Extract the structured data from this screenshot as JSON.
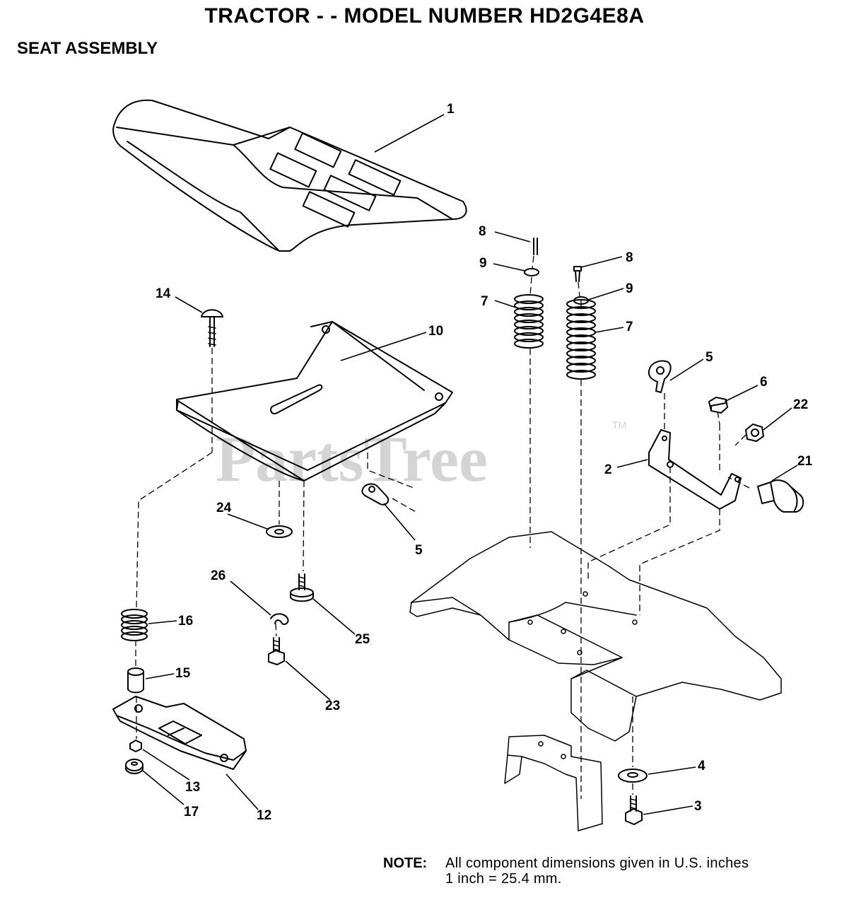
{
  "header": {
    "title": "TRACTOR - - MODEL NUMBER HD2G4E8A",
    "subtitle": "SEAT ASSEMBLY"
  },
  "watermark": {
    "text": "PartsTree",
    "tm": "TM"
  },
  "callouts": {
    "c1": "1",
    "c2": "2",
    "c3": "3",
    "c4": "4",
    "c5a": "5",
    "c5b": "5",
    "c6": "6",
    "c7a": "7",
    "c7b": "7",
    "c8a": "8",
    "c8b": "8",
    "c9a": "9",
    "c9b": "9",
    "c10": "10",
    "c12": "12",
    "c13": "13",
    "c14": "14",
    "c15": "15",
    "c16": "16",
    "c17": "17",
    "c21": "21",
    "c22": "22",
    "c23": "23",
    "c24": "24",
    "c25": "25",
    "c26": "26"
  },
  "note": {
    "label": "NOTE:",
    "line1": "All component dimensions given in U.S. inches",
    "line2": "1 inch = 25.4 mm."
  }
}
